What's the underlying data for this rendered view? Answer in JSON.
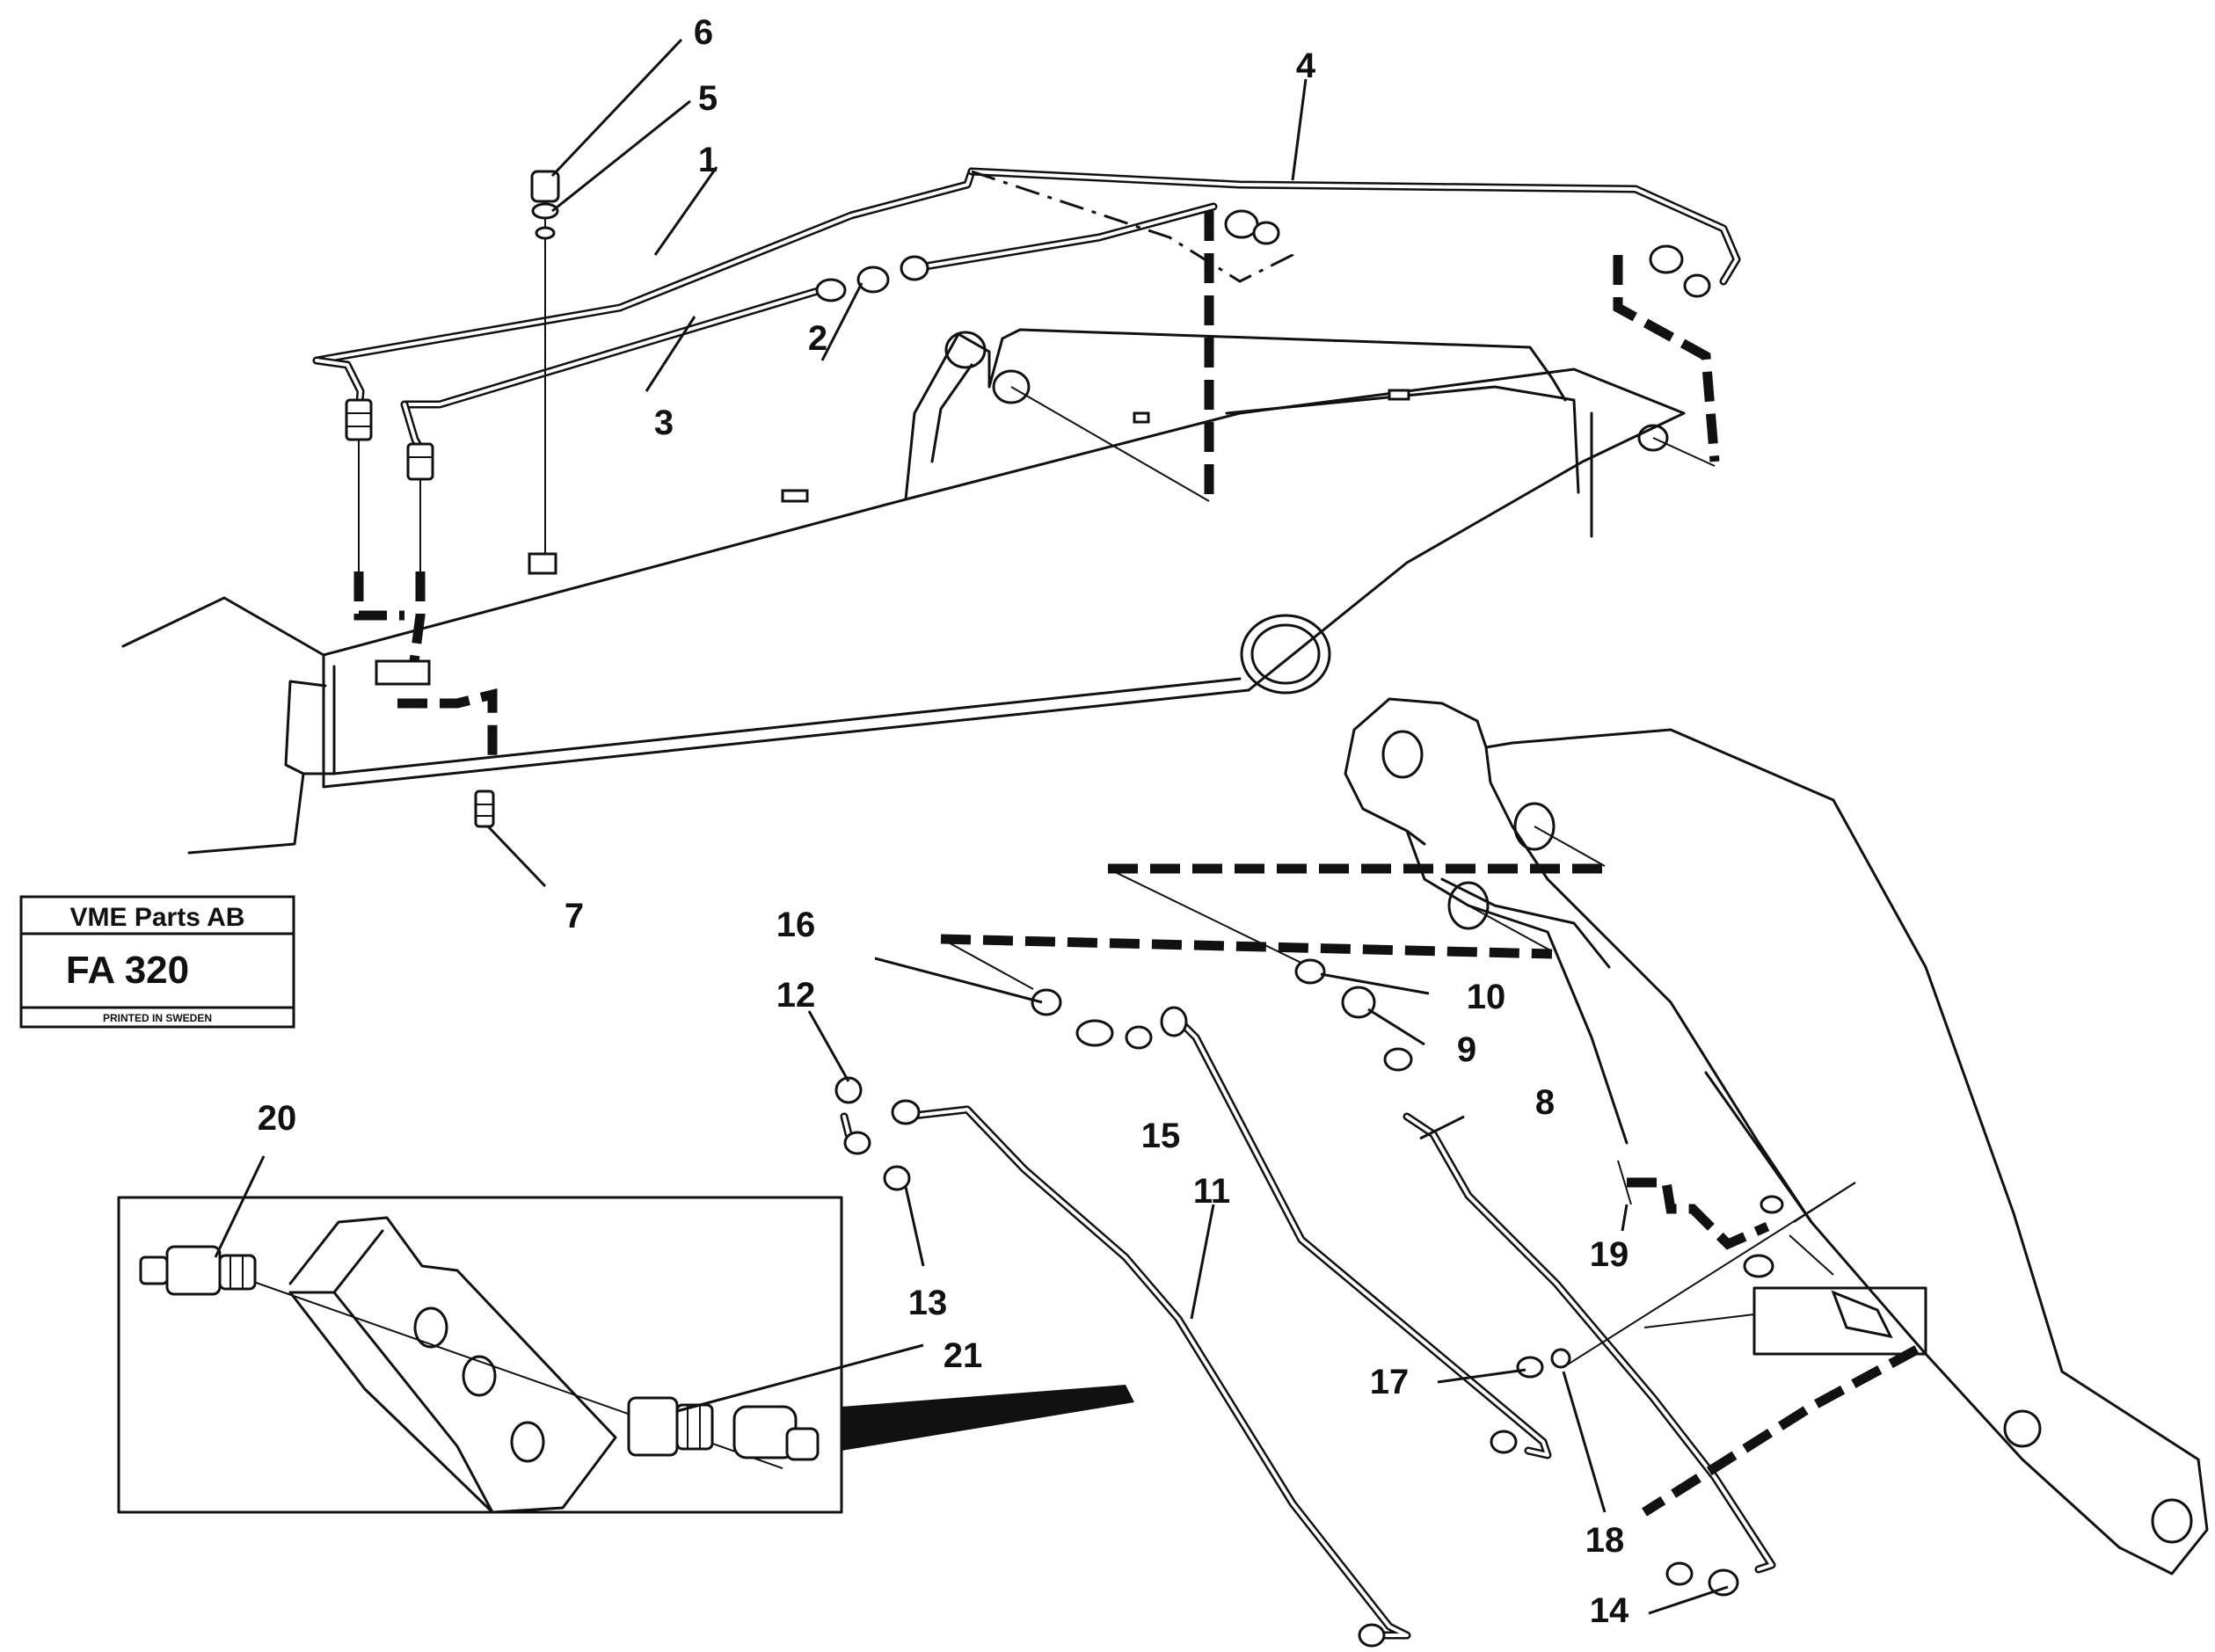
{
  "stamp": {
    "company": "VME Parts AB",
    "code": "FA 320",
    "printed": "PRINTED IN SWEDEN"
  },
  "callouts": [
    {
      "id": "c1",
      "label": "1"
    },
    {
      "id": "c2",
      "label": "2"
    },
    {
      "id": "c3",
      "label": "3"
    },
    {
      "id": "c4",
      "label": "4"
    },
    {
      "id": "c5",
      "label": "5"
    },
    {
      "id": "c6",
      "label": "6"
    },
    {
      "id": "c7",
      "label": "7"
    },
    {
      "id": "c8",
      "label": "8"
    },
    {
      "id": "c9",
      "label": "9"
    },
    {
      "id": "c10",
      "label": "10"
    },
    {
      "id": "c11",
      "label": "11"
    },
    {
      "id": "c12",
      "label": "12"
    },
    {
      "id": "c13",
      "label": "13"
    },
    {
      "id": "c14",
      "label": "14"
    },
    {
      "id": "c15",
      "label": "15"
    },
    {
      "id": "c16",
      "label": "16"
    },
    {
      "id": "c17",
      "label": "17"
    },
    {
      "id": "c18",
      "label": "18"
    },
    {
      "id": "c19",
      "label": "19"
    },
    {
      "id": "c20",
      "label": "20"
    },
    {
      "id": "c21",
      "label": "21"
    }
  ]
}
